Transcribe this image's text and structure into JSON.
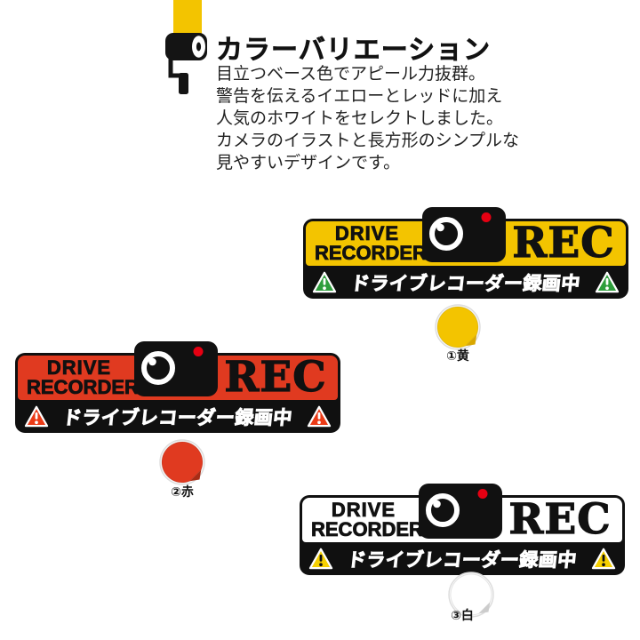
{
  "header": {
    "icon": "paint-roller-icon",
    "accent_color": "#F3C400",
    "title": "カラーバリエーション",
    "description_lines": [
      "目立つベース色でアピール力抜群。",
      "警告を伝えるイエローとレッドに加え",
      "人気のホワイトをセレクトしました。",
      "カメラのイラストと長方形のシンプルな",
      "見やすいデザインです。"
    ]
  },
  "sticker_common": {
    "line1": "DRIVE",
    "line2": "RECORDER",
    "rec_label": "REC",
    "bottom_text": "ドライブレコーダー録画中",
    "camera_icon": "dashcam-camera-icon",
    "warning_icon": "warning-triangle-icon",
    "rec_dot_color": "#E60012",
    "banner_color": "#101010",
    "banner_text_color": "#FFFFFF"
  },
  "variants": [
    {
      "id": "yellow",
      "label": "①黄",
      "base_color": "#F3C400",
      "fold_color": "#D9A700",
      "triangle_color": "#2E9E3C",
      "triangle_mark_color": "#FFFFFF"
    },
    {
      "id": "red",
      "label": "②赤",
      "base_color": "#E03A20",
      "fold_color": "#A82C15",
      "triangle_color": "#EB3B17",
      "triangle_mark_color": "#FFFFFF"
    },
    {
      "id": "white",
      "label": "③白",
      "base_color": "#FFFFFF",
      "fold_color": "#CCCCCC",
      "triangle_color": "#F6D000",
      "triangle_mark_color": "#111111"
    }
  ]
}
